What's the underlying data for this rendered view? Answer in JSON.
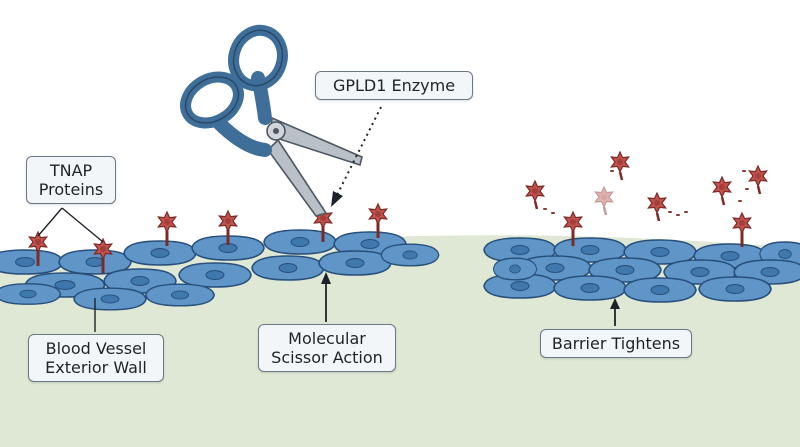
{
  "labels": {
    "tnap": {
      "line1": "TNAP",
      "line2": "Proteins"
    },
    "enzyme": "GPLD1 Enzyme",
    "vessel": {
      "line1": "Blood Vessel",
      "line2": "Exterior Wall"
    },
    "scissor": {
      "line1": "Molecular",
      "line2": "Scissor Action"
    },
    "barrier": "Barrier Tightens"
  },
  "colors": {
    "background": "#ffffff",
    "tissue": "#dfe8d5",
    "cell_fill": "#5f95c7",
    "cell_outline": "#284f7a",
    "nucleus": "#3f78ad",
    "protein": "#c0524e",
    "protein_outline": "#7c2a26",
    "scissors_handle": "#3f6f99",
    "scissors_blade": "#b9c0c7",
    "label_bg": "#f3f6f8",
    "label_border": "#6b7a88"
  },
  "icons": {
    "tool": "scissors-icon",
    "protein": "spiky-protein-icon"
  }
}
